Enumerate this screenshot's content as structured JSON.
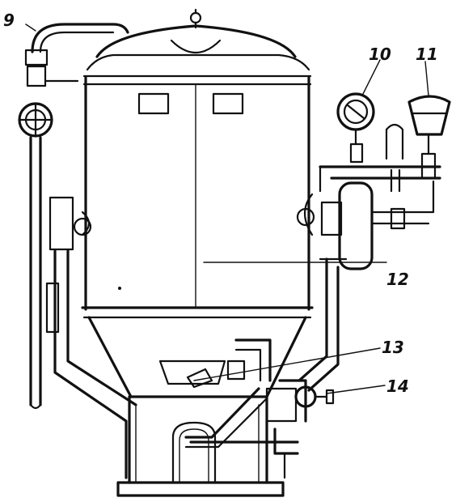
{
  "labels": {
    "l9": "9",
    "l10": "10",
    "l11": "11",
    "l12": "12",
    "l13": "13",
    "l14": "14"
  },
  "colors": {
    "ink": "#111111",
    "paper": "#ffffff"
  }
}
